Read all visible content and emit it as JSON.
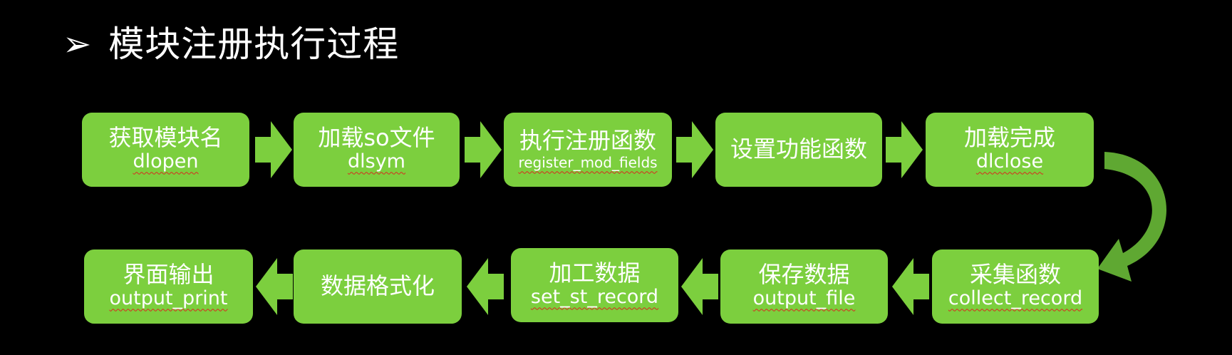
{
  "title": "模块注册执行过程",
  "colors": {
    "box": "#7ccf3e",
    "arrow": "#7ccf3e",
    "curve": "#5fa832",
    "background": "#000000"
  },
  "row1": [
    {
      "main": "获取模块名",
      "sub": "dlopen"
    },
    {
      "main": "加载so文件",
      "sub": "dlsym"
    },
    {
      "main": "执行注册函数",
      "sub": "register_mod_fields"
    },
    {
      "main": "设置功能函数",
      "sub": ""
    },
    {
      "main": "加载完成",
      "sub": "dlclose"
    }
  ],
  "row2": [
    {
      "main": "界面输出",
      "sub": "output_print"
    },
    {
      "main": "数据格式化",
      "sub": ""
    },
    {
      "main": "加工数据",
      "sub": "set_st_record"
    },
    {
      "main": "保存数据",
      "sub": "output_file"
    },
    {
      "main": "采集函数",
      "sub": "collect_record"
    }
  ]
}
